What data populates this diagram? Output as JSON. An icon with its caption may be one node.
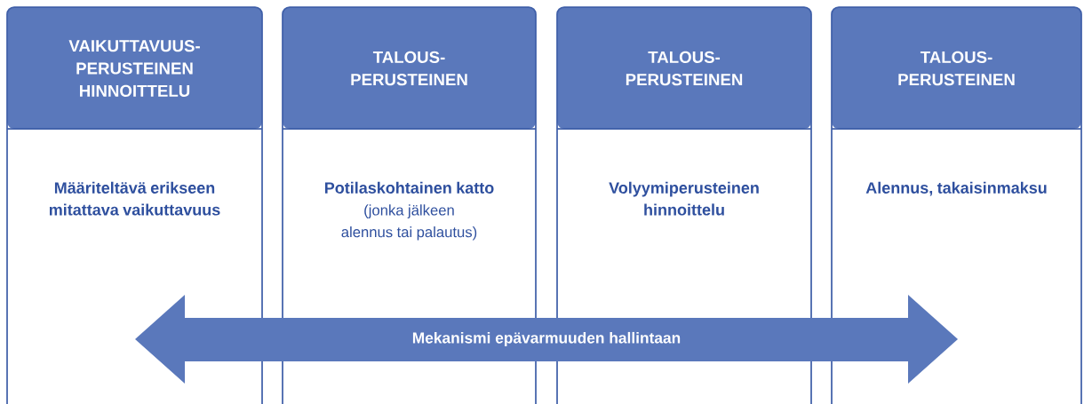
{
  "diagram": {
    "nodes": [
      {
        "text": [
          "VAIKUTTAVUUS- PERUSTEINEN HINNOITTELU",
          "Määriteltävä erikseen mitattava vaikuttavuus"
        ]
      },
      {
        "text": [
          "TALOUS- PERUSTEINEN",
          "Potilaskohtainen katto",
          "(jonka jälkeen alennus tai palautus)"
        ]
      },
      {
        "text": [
          "TALOUS- PERUSTEINEN",
          "Volyymiperusteinen hinnoittelu"
        ]
      },
      {
        "text": [
          "TALOUS- PERUSTEINEN",
          "Alennus, takaisinmaksu"
        ]
      },
      {
        "text": [
          "Mekanismi epävarmuuden hallintaan"
        ]
      }
    ]
  }
}
